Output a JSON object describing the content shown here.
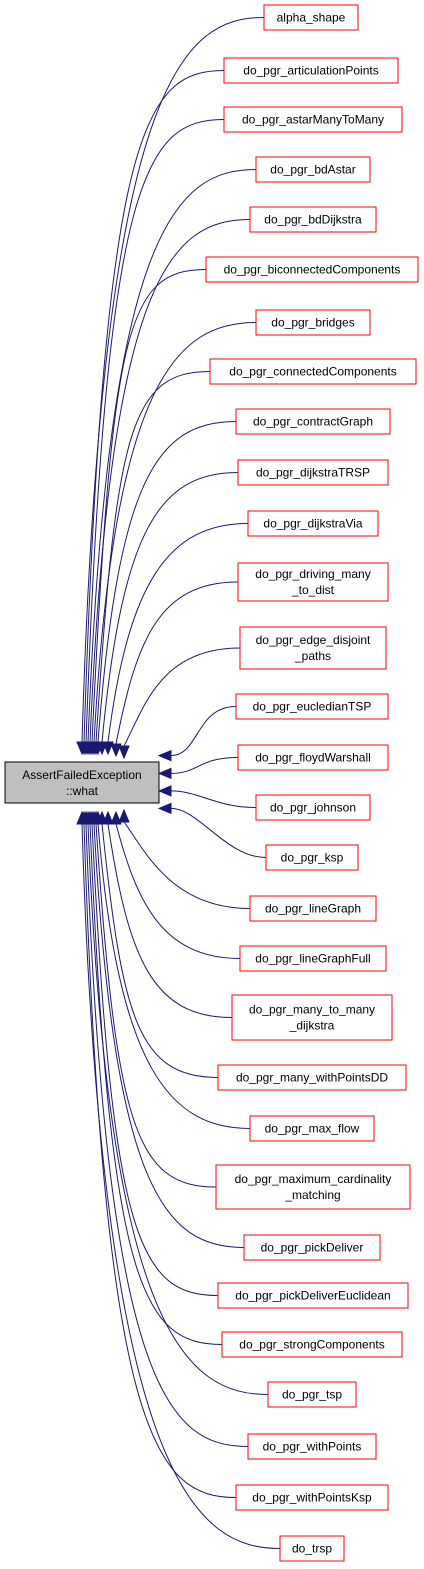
{
  "source": {
    "lines": [
      "AssertFailedException",
      "::what"
    ]
  },
  "callers": [
    {
      "lines": [
        "alpha_shape"
      ]
    },
    {
      "lines": [
        "do_pgr_articulationPoints"
      ]
    },
    {
      "lines": [
        "do_pgr_astarManyToMany"
      ]
    },
    {
      "lines": [
        "do_pgr_bdAstar"
      ]
    },
    {
      "lines": [
        "do_pgr_bdDijkstra"
      ]
    },
    {
      "lines": [
        "do_pgr_biconnectedComponents"
      ]
    },
    {
      "lines": [
        "do_pgr_bridges"
      ]
    },
    {
      "lines": [
        "do_pgr_connectedComponents"
      ]
    },
    {
      "lines": [
        "do_pgr_contractGraph"
      ]
    },
    {
      "lines": [
        "do_pgr_dijkstraTRSP"
      ]
    },
    {
      "lines": [
        "do_pgr_dijkstraVia"
      ]
    },
    {
      "lines": [
        "do_pgr_driving_many",
        "_to_dist"
      ]
    },
    {
      "lines": [
        "do_pgr_edge_disjoint",
        "_paths"
      ]
    },
    {
      "lines": [
        "do_pgr_eucledianTSP"
      ]
    },
    {
      "lines": [
        "do_pgr_floydWarshall"
      ]
    },
    {
      "lines": [
        "do_pgr_johnson"
      ]
    },
    {
      "lines": [
        "do_pgr_ksp"
      ]
    },
    {
      "lines": [
        "do_pgr_lineGraph"
      ]
    },
    {
      "lines": [
        "do_pgr_lineGraphFull"
      ]
    },
    {
      "lines": [
        "do_pgr_many_to_many",
        "_dijkstra"
      ]
    },
    {
      "lines": [
        "do_pgr_many_withPointsDD"
      ]
    },
    {
      "lines": [
        "do_pgr_max_flow"
      ]
    },
    {
      "lines": [
        "do_pgr_maximum_cardinality",
        "_matching"
      ]
    },
    {
      "lines": [
        "do_pgr_pickDeliver"
      ]
    },
    {
      "lines": [
        "do_pgr_pickDeliverEuclidean"
      ]
    },
    {
      "lines": [
        "do_pgr_strongComponents"
      ]
    },
    {
      "lines": [
        "do_pgr_tsp"
      ]
    },
    {
      "lines": [
        "do_pgr_withPoints"
      ]
    },
    {
      "lines": [
        "do_pgr_withPointsKsp"
      ]
    },
    {
      "lines": [
        "do_trsp"
      ]
    }
  ],
  "colors": {
    "source_fill": "#bfbfbf",
    "source_border": "#000000",
    "caller_border": "#ff0000",
    "caller_fill": "#ffffff",
    "edge": "#191970",
    "text": "#000000"
  }
}
